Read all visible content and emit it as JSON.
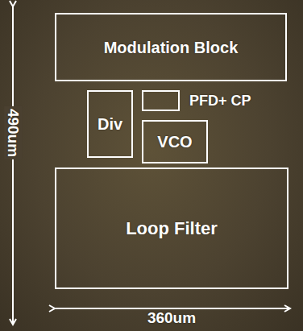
{
  "diagram": {
    "nodes": [
      {
        "text": [
          "Modulation Block"
        ]
      },
      {
        "text": [
          "Div"
        ]
      },
      {
        "text": [
          "PFD+ CP"
        ]
      },
      {
        "text": [
          "VCO"
        ]
      },
      {
        "text": [
          "Loop Filter"
        ]
      }
    ],
    "labels": [
      "490um",
      "360um"
    ]
  }
}
